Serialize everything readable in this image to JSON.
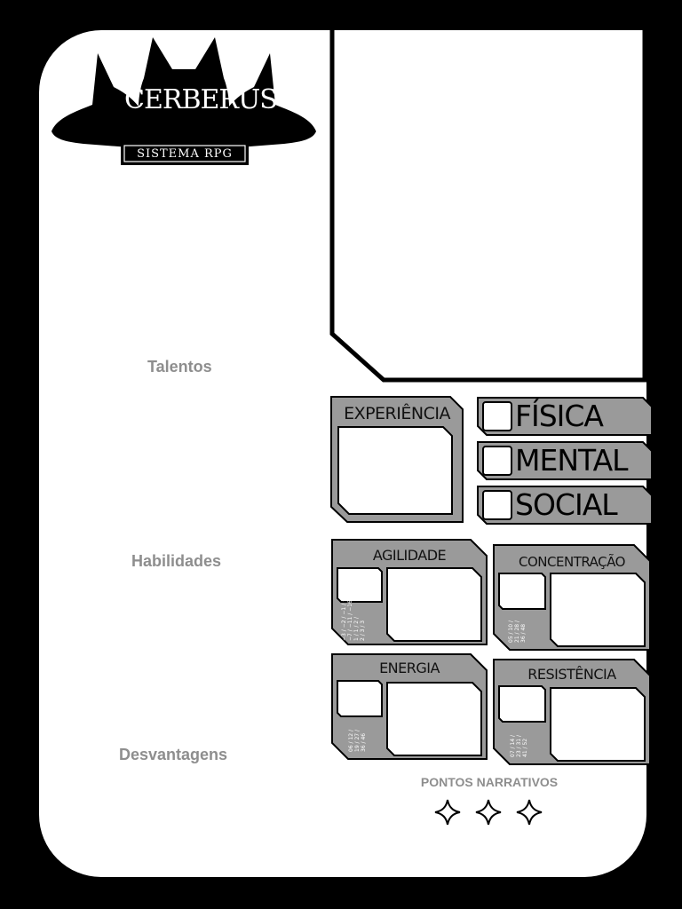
{
  "logo": {
    "title": "CERBERUS",
    "subtitle": "SISTEMA RPG"
  },
  "sections": {
    "talentos": "Talentos",
    "habilidades": "Habilidades",
    "desvantagens": "Desvantagens"
  },
  "experiencia": {
    "label": "EXPERIÊNCIA"
  },
  "attributes": [
    {
      "label": "FÍSICA"
    },
    {
      "label": "MENTAL"
    },
    {
      "label": "SOCIAL"
    }
  ],
  "stats": [
    {
      "label": "AGILIDADE",
      "table": [
        "−3 / −2 / −1 / +1",
        "−7 / −11 / −16",
        "1 / 1 / 2 /",
        "2 / 3 / 3"
      ]
    },
    {
      "label": "CONCENTRAÇÃO",
      "table": [
        "05 / 10 /",
        "21 / 28 /",
        "36 / 48"
      ]
    },
    {
      "label": "ENERGIA",
      "table": [
        "06 / 12 /",
        "19 / 27 /",
        "36 / 46"
      ]
    },
    {
      "label": "RESISTÊNCIA",
      "table": [
        "07 / 14 /",
        "23 / 31 /",
        "41 / 52"
      ]
    }
  ],
  "pontos_narrativos": {
    "label": "PONTOS NARRATIVOS",
    "count": 3
  },
  "colors": {
    "background": "#000000",
    "sheet": "#ffffff",
    "panel_gray": "#9a9a9a",
    "label_gray": "#8e8e8e"
  }
}
